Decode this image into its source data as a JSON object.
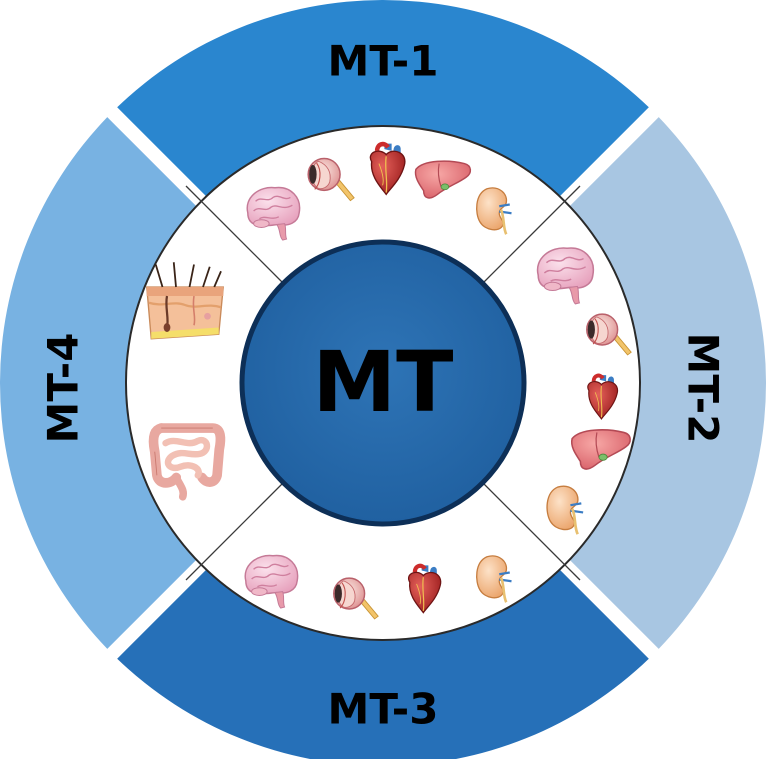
{
  "center": {
    "label": "MT",
    "color": "#2466a6",
    "border_color": "#0d2f57"
  },
  "segments": [
    {
      "label": "MT-1",
      "color": "#2a86cf",
      "organs": [
        "brain-icon",
        "eye-icon",
        "heart-icon",
        "liver-icon",
        "kidney-icon"
      ]
    },
    {
      "label": "MT-2",
      "color": "#a8c6e2",
      "organs": [
        "brain-icon",
        "eye-icon",
        "heart-icon",
        "liver-icon",
        "kidney-icon"
      ]
    },
    {
      "label": "MT-3",
      "color": "#2670b8",
      "organs": [
        "brain-icon",
        "eye-icon",
        "heart-icon",
        "kidney-icon"
      ]
    },
    {
      "label": "MT-4",
      "color": "#78b2e2",
      "organs": [
        "skin-icon",
        "intestine-icon"
      ]
    }
  ]
}
